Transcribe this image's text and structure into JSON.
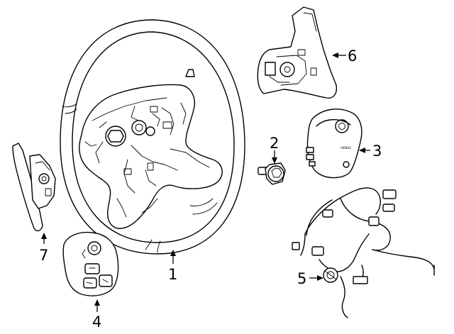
{
  "callouts": [
    {
      "id": "1",
      "label": "1"
    },
    {
      "id": "2",
      "label": "2"
    },
    {
      "id": "3",
      "label": "3"
    },
    {
      "id": "4",
      "label": "4"
    },
    {
      "id": "5",
      "label": "5"
    },
    {
      "id": "6",
      "label": "6"
    },
    {
      "id": "7",
      "label": "7"
    }
  ],
  "part_text": {
    "airbag_module_mark": "AIRBAG"
  }
}
